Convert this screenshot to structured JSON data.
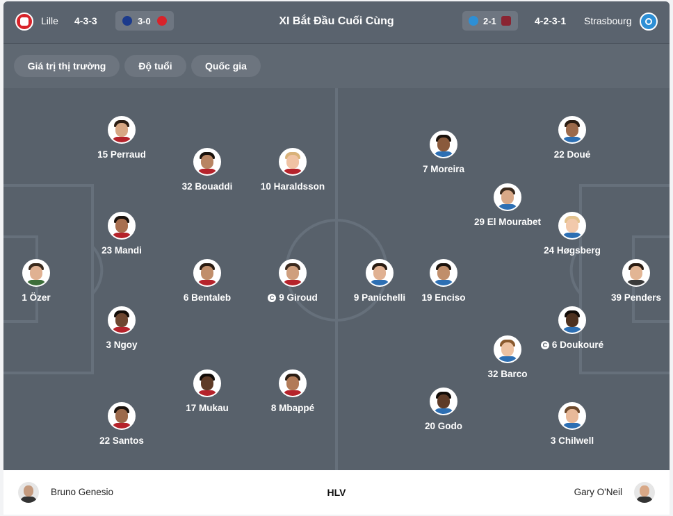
{
  "header": {
    "home_team": "Lille",
    "home_formation": "4-3-3",
    "home_last_result": "3-0",
    "title": "XI Bắt Đầu Cuối Cùng",
    "away_last_result": "2-1",
    "away_formation": "4-2-3-1",
    "away_team": "Strasbourg"
  },
  "filters": [
    "Giá trị thị trường",
    "Độ tuổi",
    "Quốc gia"
  ],
  "home_players": [
    {
      "number": "15",
      "name": "Perraud",
      "label": "15 Perraud",
      "captain": false
    },
    {
      "number": "32",
      "name": "Bouaddi",
      "label": "32 Bouaddi",
      "captain": false
    },
    {
      "number": "10",
      "name": "Haraldsson",
      "label": "10 Haraldsson",
      "captain": false
    },
    {
      "number": "23",
      "name": "Mandi",
      "label": "23 Mandi",
      "captain": false
    },
    {
      "number": "1",
      "name": "Özer",
      "label": "1 Özer",
      "captain": false
    },
    {
      "number": "6",
      "name": "Bentaleb",
      "label": "6 Bentaleb",
      "captain": false
    },
    {
      "number": "9",
      "name": "Giroud",
      "label": "9 Giroud",
      "captain": true
    },
    {
      "number": "3",
      "name": "Ngoy",
      "label": "3 Ngoy",
      "captain": false
    },
    {
      "number": "17",
      "name": "Mukau",
      "label": "17 Mukau",
      "captain": false
    },
    {
      "number": "8",
      "name": "Mbappé",
      "label": "8 Mbappé",
      "captain": false
    },
    {
      "number": "22",
      "name": "Santos",
      "label": "22 Santos",
      "captain": false
    }
  ],
  "away_players": [
    {
      "number": "7",
      "name": "Moreira",
      "label": "7 Moreira",
      "captain": false
    },
    {
      "number": "22",
      "name": "Doué",
      "label": "22 Doué",
      "captain": false
    },
    {
      "number": "29",
      "name": "El Mourabet",
      "label": "29 El Mourabet",
      "captain": false
    },
    {
      "number": "24",
      "name": "Høgsberg",
      "label": "24 Høgsberg",
      "captain": false
    },
    {
      "number": "9",
      "name": "Panichelli",
      "label": "9 Panichelli",
      "captain": false
    },
    {
      "number": "19",
      "name": "Enciso",
      "label": "19 Enciso",
      "captain": false
    },
    {
      "number": "39",
      "name": "Penders",
      "label": "39 Penders",
      "captain": false
    },
    {
      "number": "6",
      "name": "Doukouré",
      "label": "6 Doukouré",
      "captain": true
    },
    {
      "number": "32",
      "name": "Barco",
      "label": "32 Barco",
      "captain": false
    },
    {
      "number": "20",
      "name": "Godo",
      "label": "20 Godo",
      "captain": false
    },
    {
      "number": "3",
      "name": "Chilwell",
      "label": "3 Chilwell",
      "captain": false
    }
  ],
  "captain_mark": "C",
  "footer": {
    "home_coach": "Bruno Genesio",
    "label": "HLV",
    "away_coach": "Gary O'Neil"
  },
  "colors": {
    "pitch": "#58616b",
    "header": "#5a636e",
    "lille_red": "#d8232a",
    "strasbourg_blue": "#2d8fd5"
  }
}
